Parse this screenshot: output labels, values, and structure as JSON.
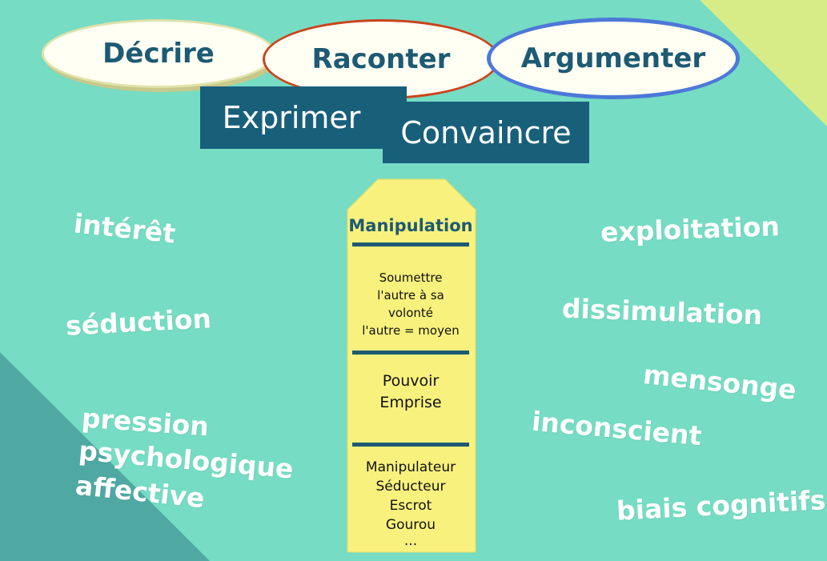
{
  "top_terms": [
    "Décrire",
    "Raconter",
    "Argumenter"
  ],
  "boxes": [
    "Exprimer",
    "Convaincre"
  ],
  "card": {
    "title": "Manipulation",
    "section1": [
      "Soumettre",
      "l'autre à sa",
      "volonté",
      "l'autre = moyen"
    ],
    "section2": [
      "Pouvoir",
      "Emprise"
    ],
    "section3": [
      "Manipulateur",
      "Séducteur",
      "Escrot",
      "Gourou",
      "..."
    ]
  },
  "left_words": [
    "intérêt",
    "séduction",
    "pression",
    "psychologique",
    "affective"
  ],
  "right_words": [
    "exploitation",
    "dissimulation",
    "mensonge",
    "inconscient",
    "biais cognitifs"
  ],
  "colors": {
    "background": "#76dcc3",
    "box": "#185f7a",
    "title_text": "#1d5a73",
    "card": "#f8f17d",
    "corner_triangle": "#d7ec86",
    "lower_left_triangle": "#4fa9a2"
  }
}
